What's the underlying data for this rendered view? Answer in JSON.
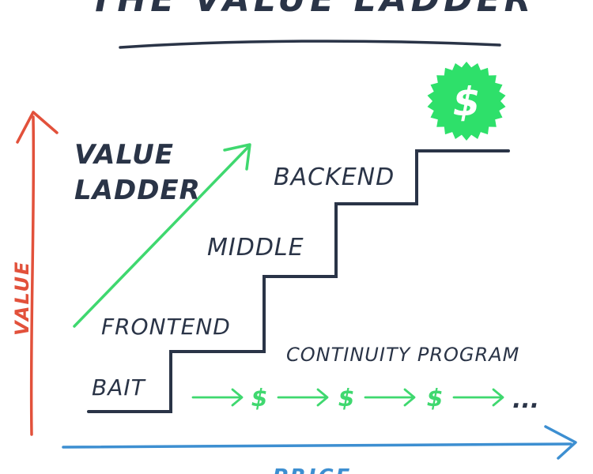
{
  "title": "THE VALUE LADDER",
  "axes": {
    "y_label": "VALUE",
    "x_label": "PRICE"
  },
  "ladder_label": [
    "VALUE",
    "LADDER"
  ],
  "steps": [
    "BAIT",
    "FRONTEND",
    "MIDDLE",
    "BACKEND"
  ],
  "continuity": {
    "label": "CONTINUITY PROGRAM",
    "symbols": [
      "$",
      "$",
      "$"
    ],
    "ellipsis": "..."
  },
  "badge": {
    "symbol": "$",
    "icon": "dollar-badge-icon"
  },
  "colors": {
    "ink": "#2a3447",
    "y_axis": "#e2513b",
    "x_axis": "#3d8fd1",
    "arrow": "#3fd86f",
    "badge": "#2ee06a"
  }
}
